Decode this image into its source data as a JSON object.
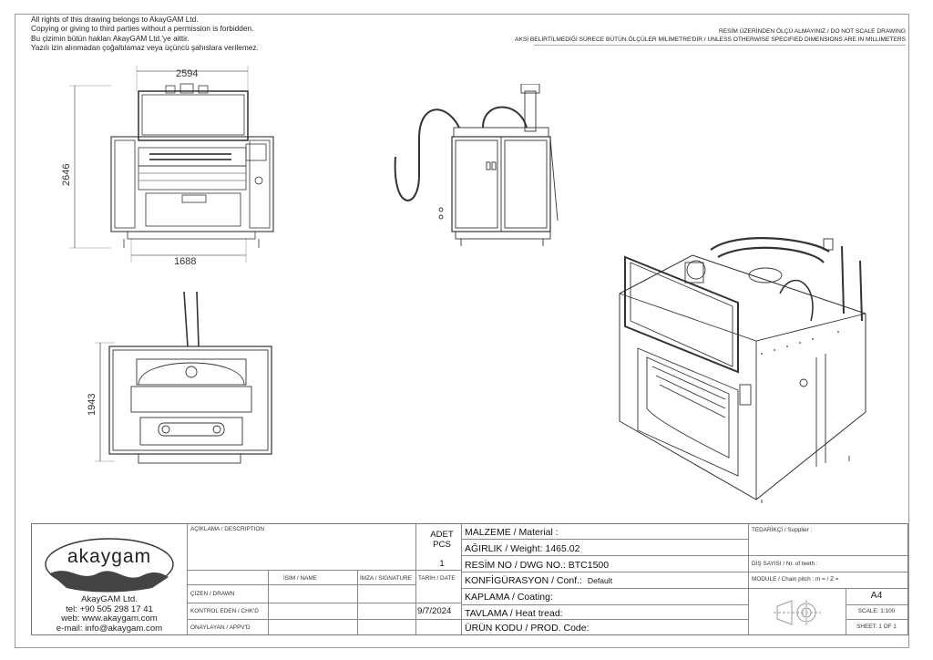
{
  "notices": {
    "left": [
      "All rights of this drawing belongs to AkayGAM Ltd.",
      "Copying or giving to third parties without a permission is forbidden.",
      "Bu çizimin bütün hakları AkayGAM Ltd.'ye aittir.",
      "Yazılı izin alınmadan çoğaltılamaz veya üçüncü şahıslara verilemez."
    ],
    "right": [
      "RESİM ÜZERİNDEN ÖLÇÜ ALMAYINIZ / DO NOT SCALE DRAWING",
      "AKSİ BELİRTİLMEDİĞİ SÜRECE BÜTÜN ÖLÇÜLER MİLİMETRE'DİR / UNLESS OTHERWISE SPECIFIED DIMENSIONS ARE IN MILLIMETERS"
    ]
  },
  "dimensions": {
    "front_width": "2594",
    "front_height": "2646",
    "front_base": "1688",
    "top_depth": "1943"
  },
  "company": {
    "logo_text": "akaygam",
    "name": "AkayGAM Ltd.",
    "tel": "tel: +90 505 298 17 41",
    "web": "web: www.akaygam.com",
    "email": "e-mail: info@akaygam.com"
  },
  "title_block": {
    "description_label": "AÇIKLAMA / DESCRIPTION",
    "drawn_label": "ÇİZEN / DRAWN",
    "checked_label": "KONTROL EDEN / CHK'D",
    "approved_label": "ONAYLAYAN / APPV'D",
    "name_label": "İSİM / NAME",
    "signature_label": "İMZA / SIGNATURE",
    "date_label": "TARİH / DATE",
    "date_value": "9/7/2024",
    "pcs_label": "ADET PCS",
    "pcs_value": "1",
    "material": "MALZEME / Material :",
    "weight": "AĞIRLIK / Weight: 1465.02",
    "dwg_no": "RESİM NO / DWG NO.: BTC1500",
    "configuration": "KONFİGÜRASYON / Conf.:",
    "configuration_value": "Default",
    "coating": "KAPLAMA / Coating:",
    "heat_tread": "TAVLAMA / Heat tread:",
    "prod_code": "ÜRÜN KODU / PROD. Code:",
    "supplier": "TEDARİKÇİ / Supplier :",
    "teeth": "DİŞ SAYISI / Nr. of teeth :",
    "module": "MODULE / Chain pitch : m = / Z =",
    "paper_size": "A4",
    "scale": "SCALE: 1:100",
    "sheet": "SHEET: 1 OF 1"
  }
}
